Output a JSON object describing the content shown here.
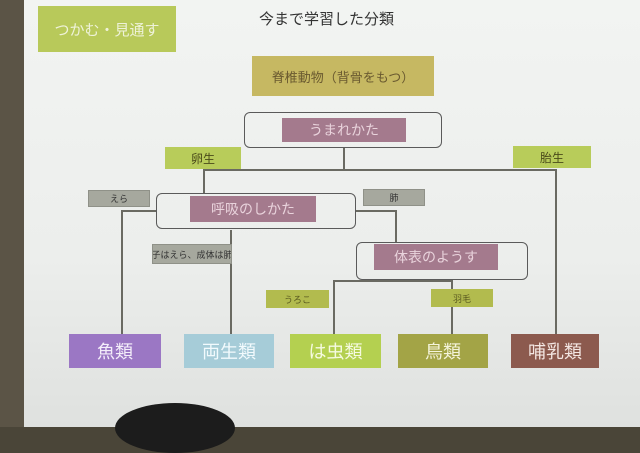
{
  "slide": {
    "header_label": "つかむ・見通す",
    "title": "今まで学習した分類",
    "vertebrates_label": "脊椎動物（背骨をもつ）",
    "birth_method_label": "うまれかた",
    "oviparous_label": "卵生",
    "viviparous_label": "胎生",
    "respiration_label": "呼吸のしかた",
    "gills_label": "えら",
    "lungs_label": "肺",
    "juvenile_adult_label": "子はえら、成体は肺",
    "body_surface_label": "体表のようす",
    "scales_label": "うろこ",
    "feathers_label": "羽毛",
    "classes": [
      "魚類",
      "両生類",
      "は虫類",
      "鳥類",
      "哺乳類"
    ]
  },
  "colors": {
    "header": "#b8c95a",
    "vertebrates": "#c6b862",
    "node": "#a47a8d",
    "fish": "#9b77c4",
    "amphibian": "#a6ccd8",
    "reptile": "#b4d050",
    "bird": "#a3a446",
    "mammal": "#8c5a4e"
  }
}
